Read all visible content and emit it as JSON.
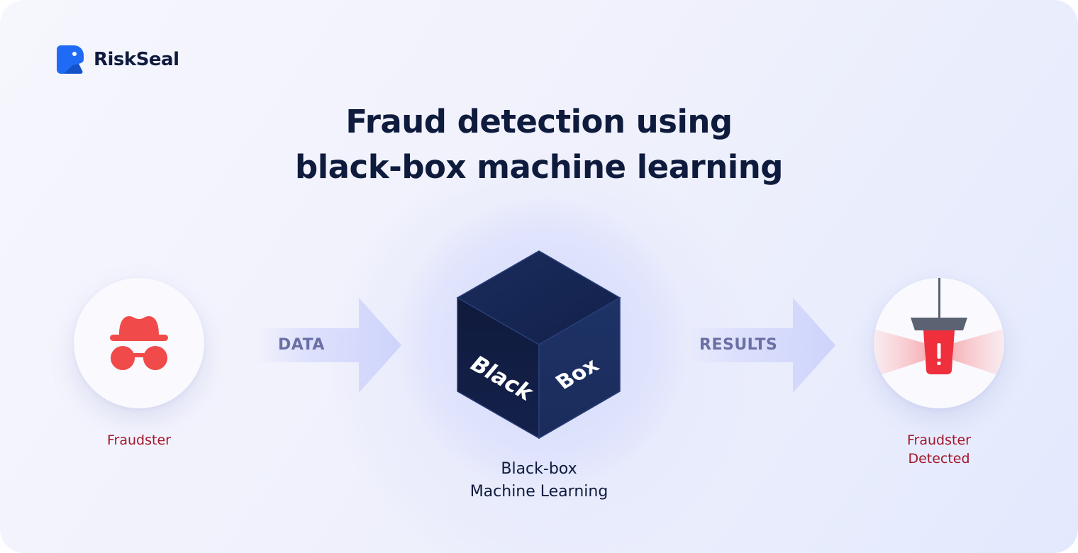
{
  "brand": {
    "name": "RiskSeal",
    "color": "#1f6bf5",
    "logo_icon": "bird-icon"
  },
  "title": {
    "line1": "Fraud detection using",
    "line2": "black-box machine learning"
  },
  "nodes": {
    "fraudster": {
      "label": "Fraudster",
      "icon": "spy-hat-glasses-icon",
      "color": "#f04a4a"
    },
    "black_box": {
      "face_left": "Black",
      "face_right": "Box",
      "label_line1": "Black-box",
      "label_line2": "Machine Learning",
      "color": "#16244d"
    },
    "detected": {
      "label_line1": "Fraudster",
      "label_line2": "Detected",
      "icon": "alarm-light-icon",
      "color": "#f02f3c"
    }
  },
  "edges": {
    "data": "DATA",
    "results": "RESULTS"
  },
  "colors": {
    "title": "#0e1b3d",
    "node_label": "#a4162b",
    "edge_label": "#6a6fa4",
    "arrow": "#d6dafc"
  }
}
